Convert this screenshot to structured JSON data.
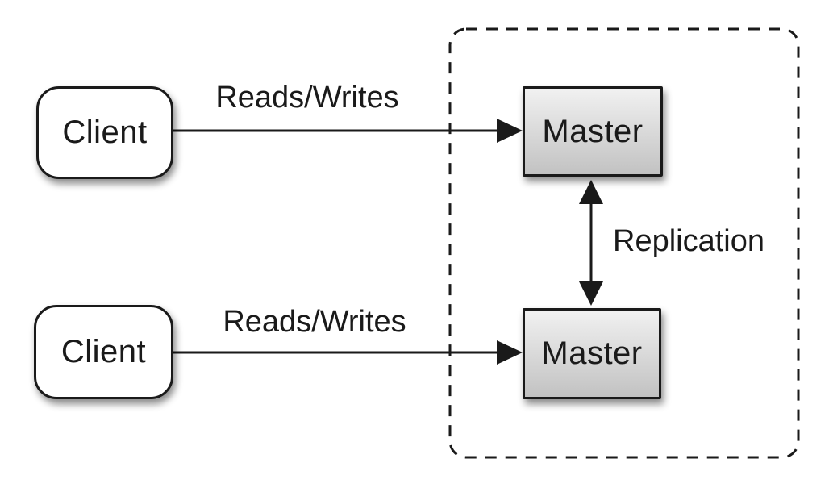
{
  "diagram": {
    "container": {
      "border_style": "dashed",
      "role": "replication-group"
    },
    "nodes": [
      {
        "id": "client-top",
        "label": "Client",
        "shape": "rounded-rect",
        "fill": "#ffffff"
      },
      {
        "id": "master-top",
        "label": "Master",
        "shape": "rect",
        "fill": "gradient-gray"
      },
      {
        "id": "client-bottom",
        "label": "Client",
        "shape": "rounded-rect",
        "fill": "#ffffff"
      },
      {
        "id": "master-bottom",
        "label": "Master",
        "shape": "rect",
        "fill": "gradient-gray"
      }
    ],
    "edges": [
      {
        "from": "client-top",
        "to": "master-top",
        "label": "Reads/Writes",
        "type": "arrow"
      },
      {
        "from": "client-bottom",
        "to": "master-bottom",
        "label": "Reads/Writes",
        "type": "arrow"
      },
      {
        "from": "master-top",
        "to": "master-bottom",
        "label": "Replication",
        "type": "double-arrow"
      }
    ],
    "colors": {
      "background": "#ffffff",
      "stroke": "#1a1a1a",
      "text": "#1a1a1a",
      "master_gradient_start": "#f1f1f1",
      "master_gradient_end": "#c2c2c2",
      "client_fill": "#ffffff"
    }
  }
}
